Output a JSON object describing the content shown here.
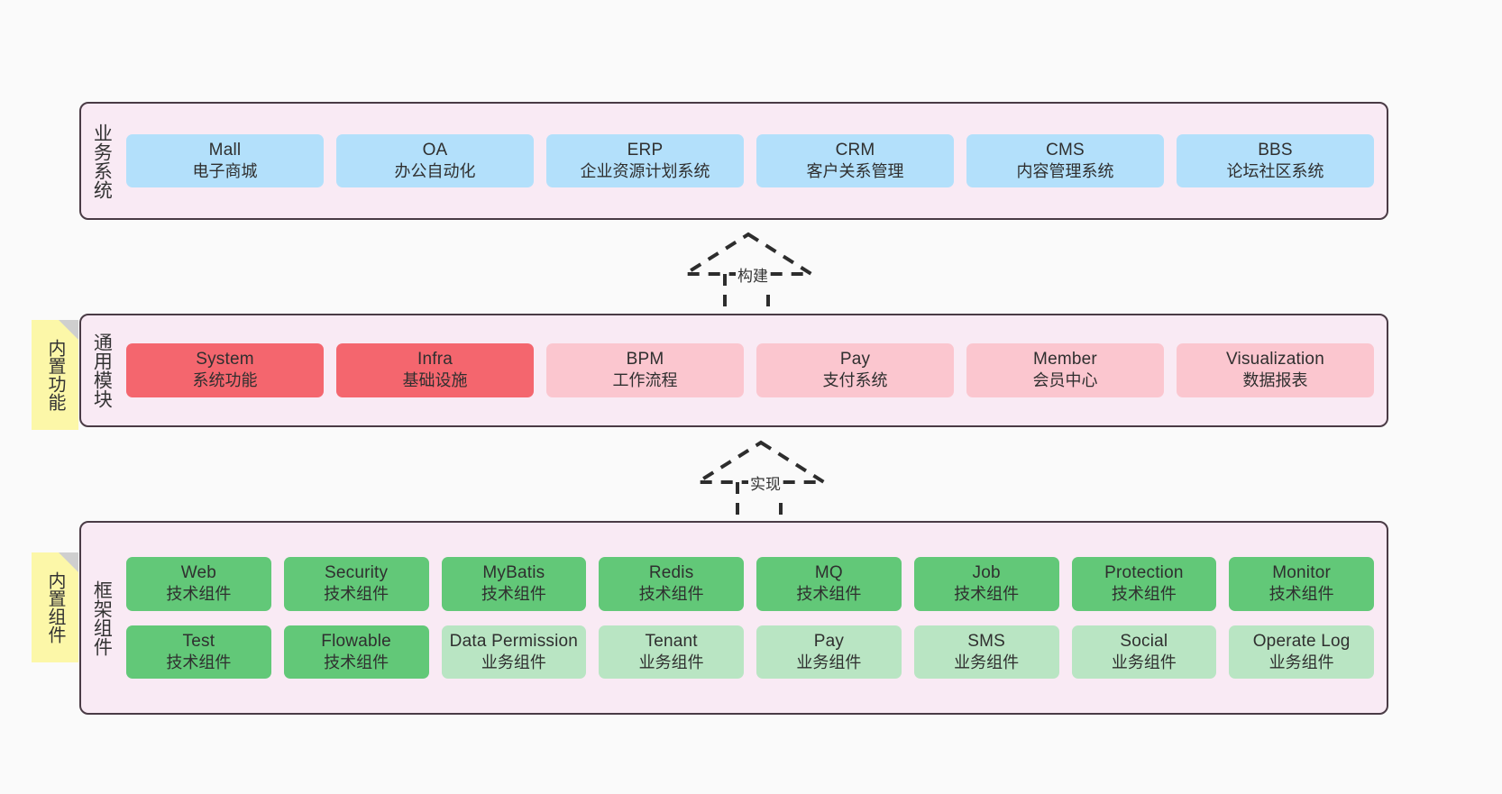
{
  "diagram": {
    "background_color": "#fafafa",
    "layer_bg": "#f9eaf4",
    "layer_border": "#4a3b45"
  },
  "notes": [
    {
      "text": "内置功能",
      "color": "#fcf7a8"
    },
    {
      "text": "内置组件",
      "color": "#fcf7a8"
    }
  ],
  "connectors": [
    {
      "label": "构建"
    },
    {
      "label": "实现"
    }
  ],
  "layers": [
    {
      "id": "business-systems",
      "title": "业务系统",
      "cards": [
        {
          "en": "Mall",
          "cn": "电子商城",
          "color": "#b3e0fb",
          "style": "blue"
        },
        {
          "en": "OA",
          "cn": "办公自动化",
          "color": "#b3e0fb",
          "style": "blue"
        },
        {
          "en": "ERP",
          "cn": "企业资源计划系统",
          "color": "#b3e0fb",
          "style": "blue"
        },
        {
          "en": "CRM",
          "cn": "客户关系管理",
          "color": "#b3e0fb",
          "style": "blue"
        },
        {
          "en": "CMS",
          "cn": "内容管理系统",
          "color": "#b3e0fb",
          "style": "blue"
        },
        {
          "en": "BBS",
          "cn": "论坛社区系统",
          "color": "#b3e0fb",
          "style": "blue"
        }
      ]
    },
    {
      "id": "common-modules",
      "title": "通用模块",
      "cards": [
        {
          "en": "System",
          "cn": "系统功能",
          "color": "#f4666e",
          "style": "red"
        },
        {
          "en": "Infra",
          "cn": "基础设施",
          "color": "#f4666e",
          "style": "red"
        },
        {
          "en": "BPM",
          "cn": "工作流程",
          "color": "#fbc6cf",
          "style": "pink"
        },
        {
          "en": "Pay",
          "cn": "支付系统",
          "color": "#fbc6cf",
          "style": "pink"
        },
        {
          "en": "Member",
          "cn": "会员中心",
          "color": "#fbc6cf",
          "style": "pink"
        },
        {
          "en": "Visualization",
          "cn": "数据报表",
          "color": "#fbc6cf",
          "style": "pink"
        }
      ]
    },
    {
      "id": "framework-components",
      "title": "框架组件",
      "rows": [
        [
          {
            "en": "Web",
            "cn": "技术组件",
            "color": "#62c878",
            "style": "green"
          },
          {
            "en": "Security",
            "cn": "技术组件",
            "color": "#62c878",
            "style": "green"
          },
          {
            "en": "MyBatis",
            "cn": "技术组件",
            "color": "#62c878",
            "style": "green"
          },
          {
            "en": "Redis",
            "cn": "技术组件",
            "color": "#62c878",
            "style": "green"
          },
          {
            "en": "MQ",
            "cn": "技术组件",
            "color": "#62c878",
            "style": "green"
          },
          {
            "en": "Job",
            "cn": "技术组件",
            "color": "#62c878",
            "style": "green"
          },
          {
            "en": "Protection",
            "cn": "技术组件",
            "color": "#62c878",
            "style": "green"
          },
          {
            "en": "Monitor",
            "cn": "技术组件",
            "color": "#62c878",
            "style": "green"
          }
        ],
        [
          {
            "en": "Test",
            "cn": "技术组件",
            "color": "#62c878",
            "style": "green"
          },
          {
            "en": "Flowable",
            "cn": "技术组件",
            "color": "#62c878",
            "style": "green"
          },
          {
            "en": "Data Permission",
            "cn": "业务组件",
            "color": "#b9e5c3",
            "style": "lgreen"
          },
          {
            "en": "Tenant",
            "cn": "业务组件",
            "color": "#b9e5c3",
            "style": "lgreen"
          },
          {
            "en": "Pay",
            "cn": "业务组件",
            "color": "#b9e5c3",
            "style": "lgreen"
          },
          {
            "en": "SMS",
            "cn": "业务组件",
            "color": "#b9e5c3",
            "style": "lgreen"
          },
          {
            "en": "Social",
            "cn": "业务组件",
            "color": "#b9e5c3",
            "style": "lgreen"
          },
          {
            "en": "Operate Log",
            "cn": "业务组件",
            "color": "#b9e5c3",
            "style": "lgreen"
          }
        ]
      ]
    }
  ]
}
